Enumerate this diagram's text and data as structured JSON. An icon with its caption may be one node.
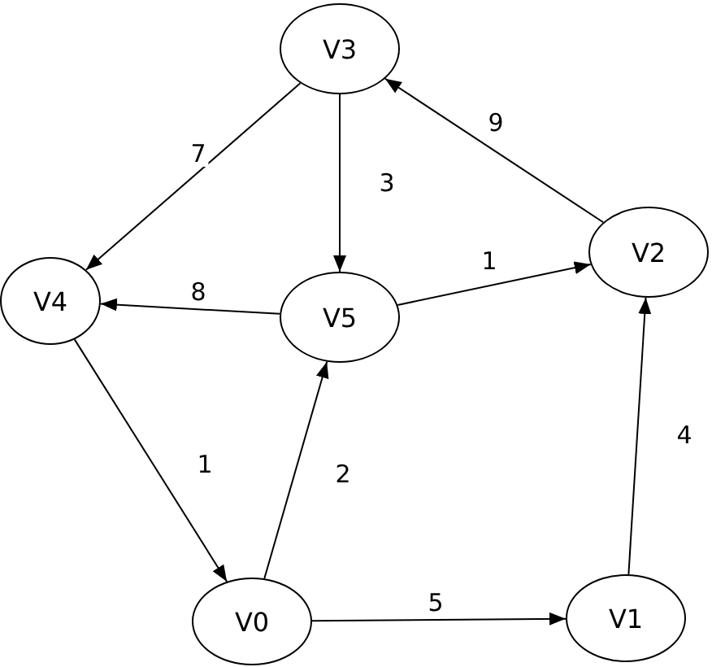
{
  "diagram": {
    "nodes": [
      {
        "text": [
          "V3"
        ]
      },
      {
        "text": [
          "V4"
        ]
      },
      {
        "text": [
          "V5"
        ]
      },
      {
        "text": [
          "V2"
        ]
      },
      {
        "text": [
          "V0"
        ]
      },
      {
        "text": [
          "V1"
        ]
      }
    ],
    "edges": [
      {
        "from": 0,
        "to": 1,
        "arrow": "to",
        "label": "7"
      },
      {
        "from": 0,
        "to": 2,
        "arrow": "to",
        "label": "3"
      },
      {
        "from": 3,
        "to": 0,
        "arrow": "to",
        "label": "9"
      },
      {
        "from": 2,
        "to": 3,
        "arrow": "to",
        "label": "1"
      },
      {
        "from": 2,
        "to": 1,
        "arrow": "to",
        "label": "8"
      },
      {
        "from": 1,
        "to": 4,
        "arrow": "to",
        "label": "1"
      },
      {
        "from": 4,
        "to": 2,
        "arrow": "to",
        "label": "2"
      },
      {
        "from": 4,
        "to": 5,
        "arrow": "to",
        "label": "5"
      },
      {
        "from": 5,
        "to": 3,
        "arrow": "to",
        "label": "4"
      }
    ]
  }
}
